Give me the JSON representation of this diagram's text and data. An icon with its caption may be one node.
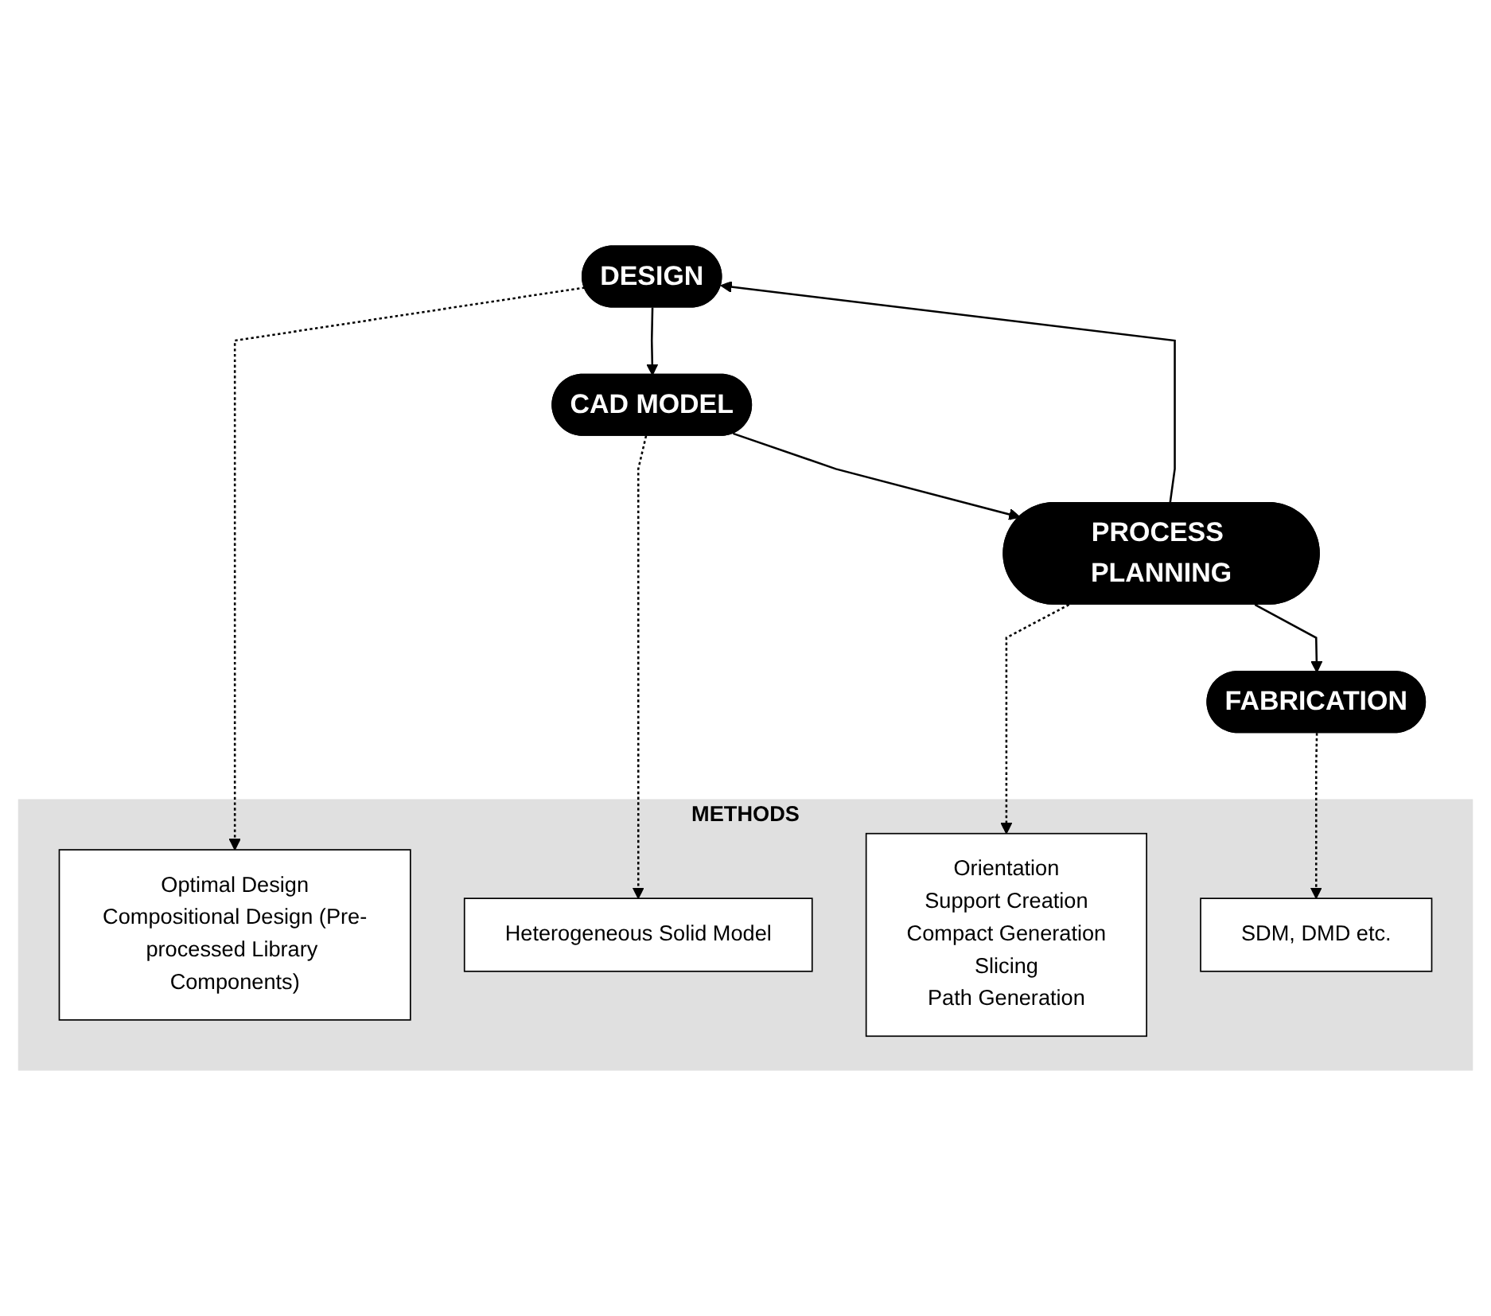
{
  "diagram": {
    "nodes": [
      {
        "text": [
          "METHODS"
        ]
      },
      {
        "text": [
          "DESIGN"
        ]
      },
      {
        "text": [
          "Optimal Design",
          "Compositional Design (Pre-processed Library Components)"
        ],
        "in": 0
      },
      {
        "text": [
          "CAD MODEL"
        ]
      },
      {
        "text": [
          "Heterogeneous Solid Model"
        ],
        "in": 0
      },
      {
        "text": [
          "PROCESS PLANNING"
        ]
      },
      {
        "text": [
          "Orientation",
          "Support Creation",
          "Compact Generation",
          "Slicing",
          "Path Generation"
        ],
        "in": 0
      },
      {
        "text": [
          "FABRICATION"
        ]
      },
      {
        "text": [
          "SDM, DMD etc."
        ],
        "in": 0
      }
    ],
    "edges": [
      {
        "from": 1,
        "to": 2,
        "arrow": "to",
        "style": "dashed"
      },
      {
        "from": 1,
        "to": 3,
        "arrow": "to"
      },
      {
        "from": 3,
        "to": 4,
        "arrow": "to",
        "style": "dashed"
      },
      {
        "from": 3,
        "to": 5,
        "arrow": "to"
      },
      {
        "from": 5,
        "to": 1,
        "arrow": "to"
      },
      {
        "from": 5,
        "to": 6,
        "arrow": "to",
        "style": "dashed"
      },
      {
        "from": 5,
        "to": 7,
        "arrow": "to"
      },
      {
        "from": 7,
        "to": 8,
        "arrow": "to",
        "style": "dashed"
      }
    ]
  }
}
